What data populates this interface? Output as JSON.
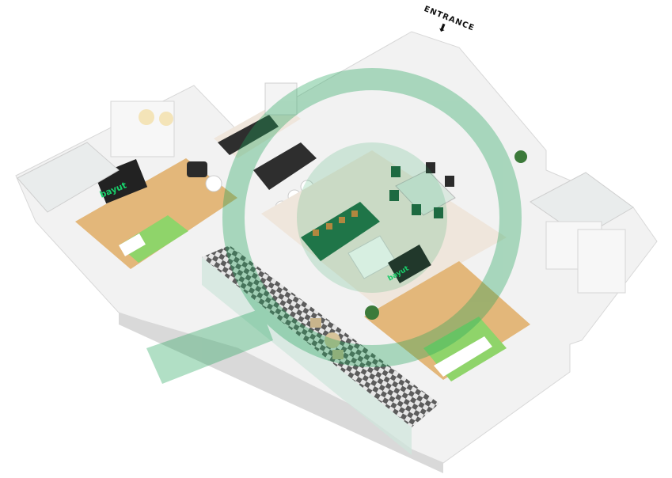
{
  "floorplan": {
    "entrance_label": "ENTRANCE",
    "entrance_arrow": "⬇",
    "tv_logo_text": "bayut",
    "watermark_icon": "bayut-pin-watermark",
    "colors": {
      "wall": "#f2f2f2",
      "wall_shade": "#d9d9d9",
      "floor_wood": "#e3b77a",
      "floor_tile": "#efe6dc",
      "bed_green": "#8fd46a",
      "sofa_green": "#1f6b45",
      "chair_green": "#1d5e3c",
      "accent_green": "#2ebf6f",
      "counter_dark": "#2e2e2e",
      "cushion_orange": "#d2823a",
      "balcony_check_dark": "#5c5c5c"
    }
  }
}
